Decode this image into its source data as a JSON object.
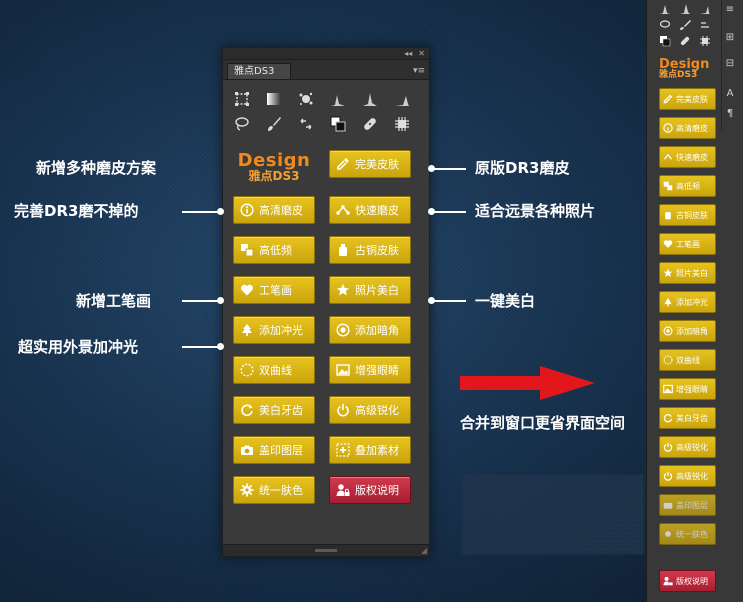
{
  "panel": {
    "tab_label": "雅点DS3",
    "collapse_label": "◂◂",
    "close_label": "✕",
    "menu_label": "▾≡",
    "logo_line1": "Design",
    "logo_line2": "雅点DS3",
    "buttons": [
      {
        "label": "完美皮肤",
        "icon": "dropper-icon"
      },
      {
        "label": "高清磨皮",
        "icon": "info-icon"
      },
      {
        "label": "快速磨皮",
        "icon": "nodes-icon"
      },
      {
        "label": "高低频",
        "icon": "layers-icon"
      },
      {
        "label": "古铜皮肤",
        "icon": "bottle-icon"
      },
      {
        "label": "工笔画",
        "icon": "heart-icon"
      },
      {
        "label": "照片美白",
        "icon": "star-icon"
      },
      {
        "label": "添加冲光",
        "icon": "tree-icon"
      },
      {
        "label": "添加暗角",
        "icon": "vignette-icon"
      },
      {
        "label": "双曲线",
        "icon": "dashed-circle-icon"
      },
      {
        "label": "增强眼睛",
        "icon": "image-icon"
      },
      {
        "label": "美白牙齿",
        "icon": "refresh-icon"
      },
      {
        "label": "高级锐化",
        "icon": "power-icon"
      },
      {
        "label": "盖印图层",
        "icon": "camera-icon"
      },
      {
        "label": "叠加素材",
        "icon": "plus-frame-icon"
      },
      {
        "label": "统一肤色",
        "icon": "gear-icon"
      },
      {
        "label": "版权说明",
        "icon": "user-lock-icon"
      }
    ]
  },
  "annotations": {
    "new_smoothing": "新增多种磨皮方案",
    "original_dr3": "原版DR3磨皮",
    "dr3_improved": "完善DR3磨不掉的",
    "long_shot": "适合远景各种照片",
    "gongbi": "新增工笔画",
    "one_click_white": "一键美白",
    "outdoor_light": "超实用外景加冲光",
    "merge_window": "合并到窗口更省界面空间"
  },
  "dock": {
    "logo_line1": "Design",
    "logo_line2": "雅点DS3",
    "buttons": [
      {
        "label": "完美皮肤"
      },
      {
        "label": "高清磨皮"
      },
      {
        "label": "快速磨皮"
      },
      {
        "label": "高低频"
      },
      {
        "label": "古铜皮肤"
      },
      {
        "label": "工笔画"
      },
      {
        "label": "照片美白"
      },
      {
        "label": "添加冲光"
      },
      {
        "label": "添加暗角"
      },
      {
        "label": "双曲线"
      },
      {
        "label": "增强眼睛"
      },
      {
        "label": "美白牙齿"
      },
      {
        "label": "高级锐化"
      },
      {
        "label": "高级锐化"
      },
      {
        "label": "盖印图层"
      },
      {
        "label": "统一肤色"
      },
      {
        "label": "版权说明"
      }
    ]
  },
  "colors": {
    "button_gold": "#d8b416",
    "button_red": "#b8283c",
    "logo_orange": "#f08a1c",
    "panel_bg": "#3a3a3a"
  }
}
